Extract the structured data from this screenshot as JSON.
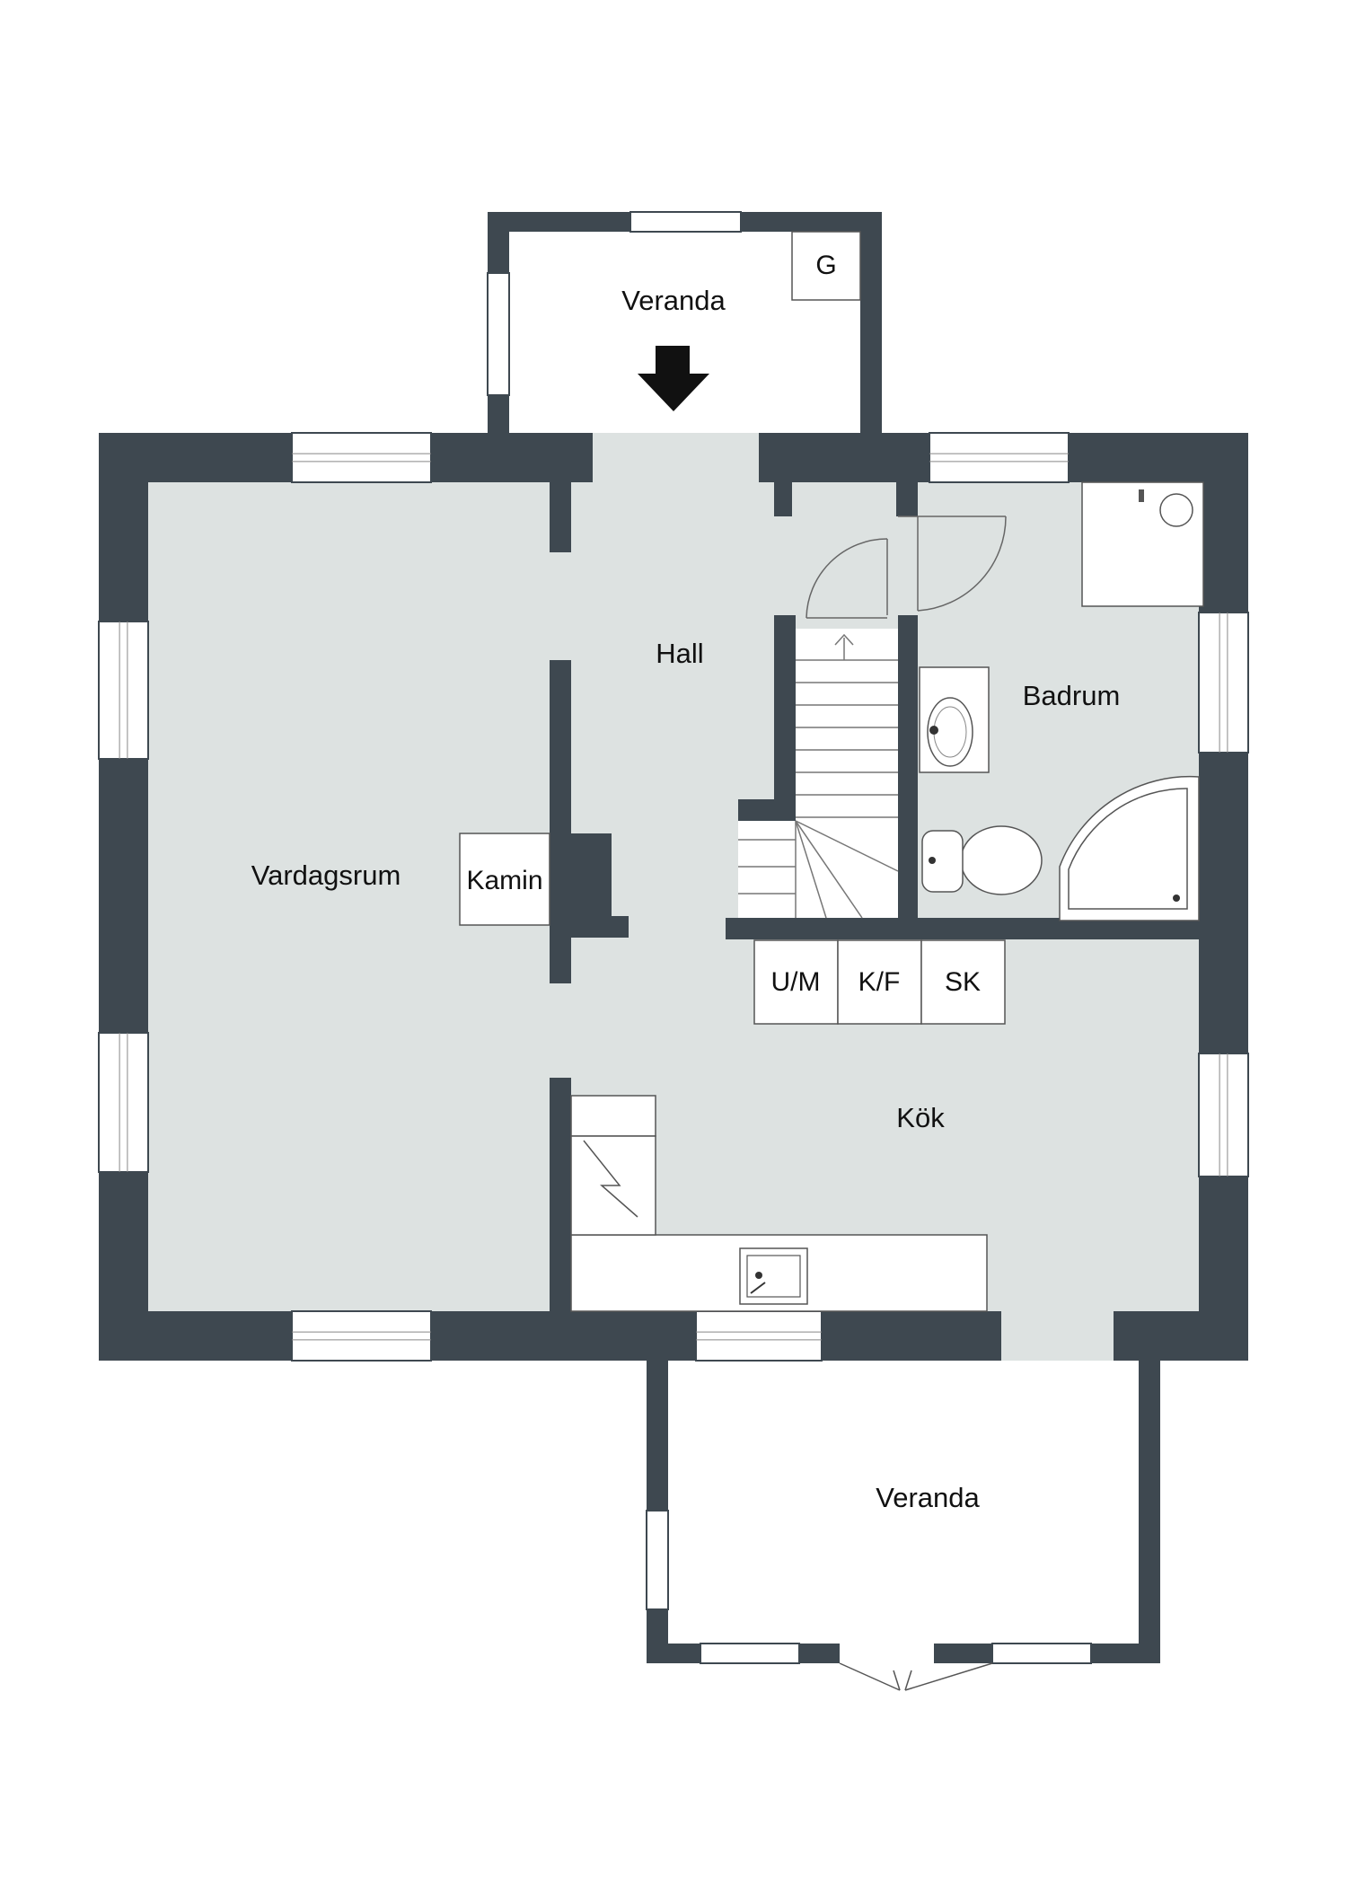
{
  "colors": {
    "wall": "#3e4850",
    "floor": "#dde2e1",
    "window_frame": "#3e4850",
    "fixture": "#ffffff",
    "line": "#555555",
    "arrow": "#111111"
  },
  "rooms": {
    "veranda_top": "Veranda",
    "hall": "Hall",
    "badrum": "Badrum",
    "vardagsrum": "Vardagsrum",
    "kamin": "Kamin",
    "kok": "Kök",
    "veranda_bottom": "Veranda"
  },
  "appliances": {
    "g": "G",
    "um": "U/M",
    "kf": "K/F",
    "sk": "SK"
  },
  "icons": {
    "entrance_arrow": "arrow-down-icon",
    "sink": "sink-icon",
    "washbasin": "washbasin-icon",
    "toilet": "toilet-icon",
    "bathtub": "bathtub-icon",
    "shower": "shower-icon",
    "stairs": "stairs-icon",
    "fireplace": "fireplace-icon"
  }
}
